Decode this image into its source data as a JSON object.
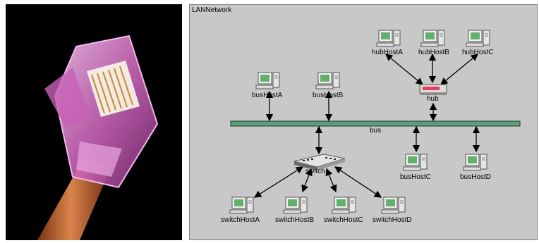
{
  "photo": {
    "icon": "rj45-ethernet-connector",
    "colors": {
      "plug": "#e58fd6",
      "cable": "#c86a35",
      "background": "#000000"
    }
  },
  "network": {
    "title": "LANNetwork",
    "bus_label": "bus",
    "hub_label": "hub",
    "switch_label": "switch",
    "hosts": {
      "hubHostA": "hubHostA",
      "hubHostB": "hubHostB",
      "hubHostC": "hubHostC",
      "busHostA": "busHostA",
      "busHostB": "busHostB",
      "busHostC": "busHostC",
      "busHostD": "busHostD",
      "switchHostA": "switchHostA",
      "switchHostB": "switchHostB",
      "switchHostC": "switchHostC",
      "switchHostD": "switchHostD"
    },
    "colors": {
      "background": "#c8c8c8",
      "bus": "#5e9e7e",
      "link": "#000000"
    }
  }
}
